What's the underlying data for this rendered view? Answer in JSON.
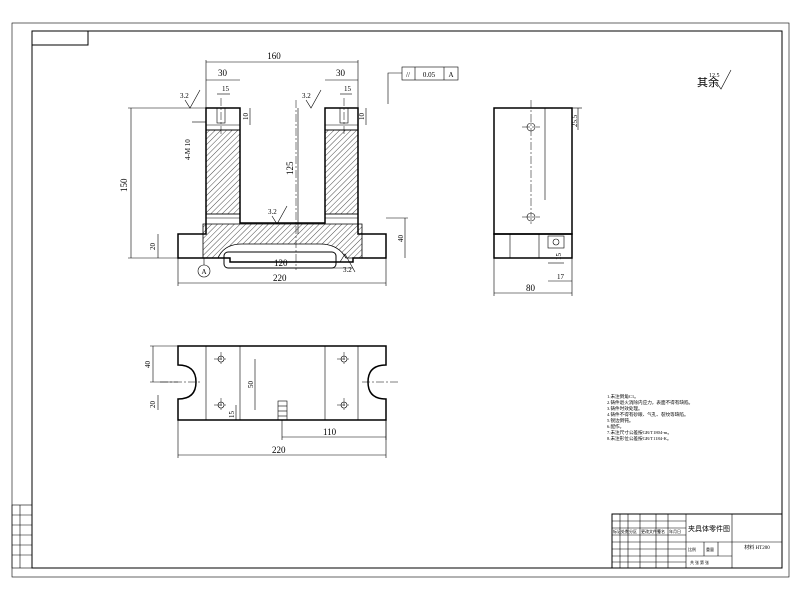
{
  "dims": {
    "d160": "160",
    "d30a": "30",
    "d30b": "30",
    "d15a": "15",
    "d15b": "15",
    "d10a": "10",
    "d10b": "10",
    "d4m10": "4-M 10",
    "d150": "150",
    "d125": "125",
    "d20a": "20",
    "d40a": "40",
    "d120": "120",
    "d220a": "220",
    "r32a": "3.2",
    "r32b": "3.2",
    "r32c": "3.2",
    "r32d": "3.2",
    "d25": "25.5",
    "d80": "80",
    "d15c": "15",
    "d17": "17",
    "d40b": "40",
    "d20b": "20",
    "d50": "50",
    "d15d": "15",
    "d110": "110",
    "d220b": "220",
    "datum": "A"
  },
  "tolerance": {
    "symbol": "//",
    "value": "0.05",
    "datum": "A"
  },
  "roughness_note": {
    "label": "其余",
    "value": "12.5"
  },
  "notes": [
    "1.未注倒角C1。",
    "2.铸件退火消除内应力，表面不得有缺陷。",
    "3.铸件时效处理。",
    "4.铸件不得有砂眼、气孔、裂纹等缺陷。",
    "5.锐边倒钝。",
    "6.配作。",
    "7.未注尺寸公差按GB/T1804-m。",
    "8.未注形位公差按GB/T1184-K。"
  ],
  "title_block": {
    "part_name": "夹具体零件图",
    "material": "材料 HT200",
    "scale_label": "比例",
    "mass_label": "重量",
    "sheet_label": "共 张 第 张",
    "left_rows": [
      "标记",
      "处数",
      "分区",
      "更改文件号",
      "签名",
      "年月日"
    ]
  }
}
